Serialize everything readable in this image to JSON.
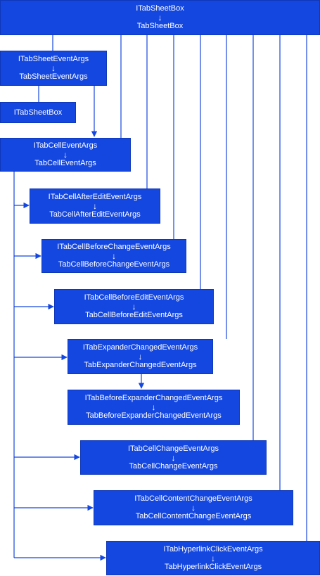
{
  "colors": {
    "box": "#1447e0",
    "line": "#1447e0",
    "text": "#ffffff"
  },
  "nodes": [
    {
      "id": "tabsheetbox-root",
      "interface": "ITabSheetBox",
      "arrow": "↓",
      "class": "TabSheetBox"
    },
    {
      "id": "tabsheeteventargs",
      "interface": "ITabSheetEventArgs",
      "arrow": "↓",
      "class": "TabSheetEventArgs"
    },
    {
      "id": "tabsheetbox-child",
      "interface": "ITabSheetBox"
    },
    {
      "id": "tabcelleventargs",
      "interface": "ITabCellEventArgs",
      "arrow": "↓",
      "class": "TabCellEventArgs"
    },
    {
      "id": "tabcellaftereditargs",
      "interface": "ITabCellAfterEditEventArgs",
      "arrow": "↓",
      "class": "TabCellAfterEditEventArgs"
    },
    {
      "id": "tabcellbeforechangeargs",
      "interface": "ITabCellBeforeChangeEventArgs",
      "arrow": "↓",
      "class": "TabCellBeforeChangeEventArgs"
    },
    {
      "id": "tabcellbeforeeditargs",
      "interface": "ITabCellBeforeEditEventArgs",
      "arrow": "↓",
      "class": "TabCellBeforeEditEventArgs"
    },
    {
      "id": "tabexpanderchangedargs",
      "interface": "ITabExpanderChangedEventArgs",
      "arrow": "↓",
      "class": "TabExpanderChangedEventArgs"
    },
    {
      "id": "tabbeforeexpanderchangedargs",
      "interface": "ITabBeforeExpanderChangedEventArgs",
      "arrow": "↓",
      "class": "TabBeforeExpanderChangedEventArgs"
    },
    {
      "id": "tabcellchangeargs",
      "interface": "ITabCellChangeEventArgs",
      "arrow": "↓",
      "class": "TabCellChangeEventArgs"
    },
    {
      "id": "tabcellcontentchangeargs",
      "interface": "ITabCellContentChangeEventArgs",
      "arrow": "↓",
      "class": "TabCellContentChangeEventArgs"
    },
    {
      "id": "tabhyperlinkclickargs",
      "interface": "ITabHyperlinkClickEventArgs",
      "arrow": "↓",
      "class": "TabHyperlinkClickEventArgs"
    }
  ]
}
